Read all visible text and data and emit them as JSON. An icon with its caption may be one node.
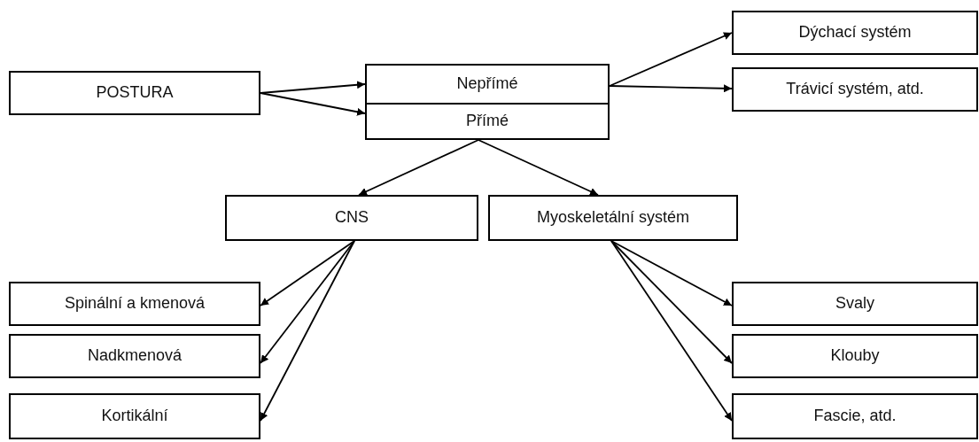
{
  "diagram": {
    "nodes": [
      {
        "text": [
          "POSTURA"
        ]
      },
      {
        "text": [
          "Nepřímé"
        ]
      },
      {
        "text": [
          "Přímé"
        ]
      },
      {
        "text": [
          "Dýchací systém"
        ]
      },
      {
        "text": [
          "Trávicí systém, atd."
        ]
      },
      {
        "text": [
          "CNS"
        ]
      },
      {
        "text": [
          "Myoskeletální systém"
        ]
      },
      {
        "text": [
          "Spinální a kmenová"
        ]
      },
      {
        "text": [
          "Nadkmenová"
        ]
      },
      {
        "text": [
          "Kortikální"
        ]
      },
      {
        "text": [
          "Svaly"
        ]
      },
      {
        "text": [
          "Klouby"
        ]
      },
      {
        "text": [
          "Fascie, atd."
        ]
      }
    ],
    "edges": [
      {
        "from": 0,
        "to": 1,
        "arrow": "to"
      },
      {
        "from": 0,
        "to": 2,
        "arrow": "to"
      },
      {
        "from": 1,
        "to": 3,
        "arrow": "to"
      },
      {
        "from": 1,
        "to": 4,
        "arrow": "to"
      },
      {
        "from": 2,
        "to": 5,
        "arrow": "to"
      },
      {
        "from": 2,
        "to": 6,
        "arrow": "to"
      },
      {
        "from": 5,
        "to": 7,
        "arrow": "to"
      },
      {
        "from": 5,
        "to": 8,
        "arrow": "to"
      },
      {
        "from": 5,
        "to": 9,
        "arrow": "to"
      },
      {
        "from": 6,
        "to": 10,
        "arrow": "to"
      },
      {
        "from": 6,
        "to": 11,
        "arrow": "to"
      },
      {
        "from": 6,
        "to": 12,
        "arrow": "to"
      }
    ]
  }
}
